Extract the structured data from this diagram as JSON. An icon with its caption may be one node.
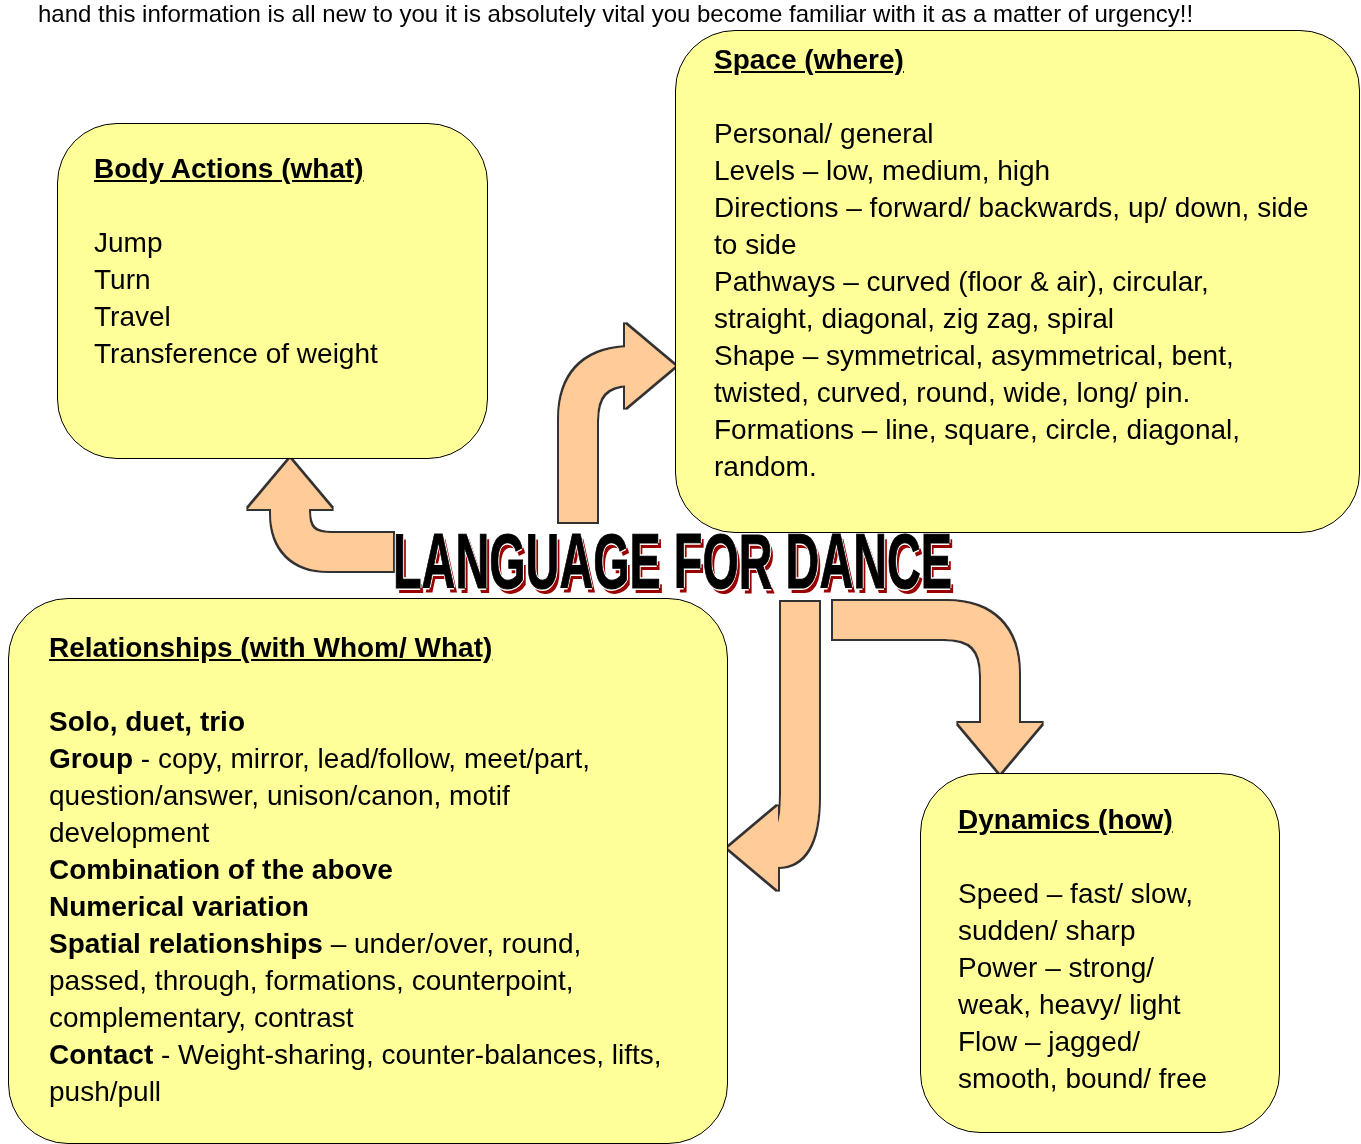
{
  "diagram": {
    "nodes": [
      {
        "text": [
          "LANGUAGE FOR DANCE"
        ]
      },
      {
        "text": [
          "Body Actions (what)",
          "Jump",
          "Turn",
          "Travel",
          "Transference of weight"
        ]
      },
      {
        "text": [
          "Space (where)",
          "Personal/ general",
          "Levels – low, medium, high",
          "Directions – forward/ backwards, up/ down, side to side",
          "Pathways – curved (floor & air), circular, straight, diagonal, zig zag, spiral",
          "Shape – symmetrical, asymmetrical, bent, twisted, curved, round, wide, long/ pin.",
          "Formations – line, square, circle, diagonal, random."
        ]
      },
      {
        "text": [
          "Relationships (with Whom/ What)",
          "Solo, duet, trio",
          "**Group** - copy, mirror, lead/follow, meet/part, question/answer, unison/canon, motif development",
          "Combination of the above",
          "Numerical variation",
          "**Spatial relationships** – under/over, round, passed, through, formations, counterpoint, complementary, contrast",
          "**Contact** - Weight-sharing, counter-balances, lifts, push/pull"
        ]
      },
      {
        "text": [
          "Dynamics (how)",
          "Speed – fast/ slow, sudden/ sharp",
          "Power – strong/ weak, heavy/ light",
          "Flow – jagged/ smooth, bound/ free"
        ]
      }
    ],
    "edges": [
      {
        "from": 0,
        "to": 1,
        "arrow": "to"
      },
      {
        "from": 0,
        "to": 2,
        "arrow": "to"
      },
      {
        "from": 0,
        "to": 3,
        "arrow": "to"
      },
      {
        "from": 0,
        "to": 4,
        "arrow": "to"
      }
    ],
    "labels": [
      "hand this information is all new to you it is absolutely vital you become familiar with it as a matter of urgency!!"
    ]
  }
}
